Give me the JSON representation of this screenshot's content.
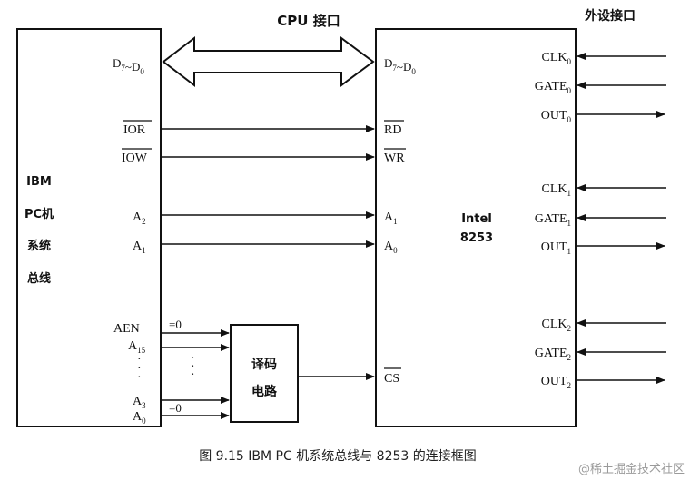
{
  "header": {
    "cpu_interface": "CPU 接口",
    "external_interface": "外设接口"
  },
  "bus_block": {
    "name_lines": [
      "IBM",
      "PC机",
      "系统",
      "总线"
    ],
    "data_bus": "D7~D0",
    "signals": {
      "ior": "IOR",
      "iow": "IOW",
      "a2": "A2",
      "a1": "A1",
      "aen": "AEN",
      "a15": "A15",
      "a3": "A3",
      "a0": "A0"
    },
    "eq_zero_1": "=0",
    "eq_zero_2": "=0"
  },
  "decoder": {
    "line1": "译码",
    "line2": "电路"
  },
  "chip": {
    "name_line1": "Intel",
    "name_line2": "8253",
    "data_bus": "D7~D0",
    "rd": "RD",
    "wr": "WR",
    "a1": "A1",
    "a0": "A0",
    "cs": "CS",
    "channels": [
      {
        "clk": "CLK0",
        "gate": "GATE0",
        "out": "OUT0"
      },
      {
        "clk": "CLK1",
        "gate": "GATE1",
        "out": "OUT1"
      },
      {
        "clk": "CLK2",
        "gate": "GATE2",
        "out": "OUT2"
      }
    ]
  },
  "caption": "图 9.15   IBM PC 机系统总线与 8253 的连接框图",
  "watermark": "@稀土掘金技术社区"
}
